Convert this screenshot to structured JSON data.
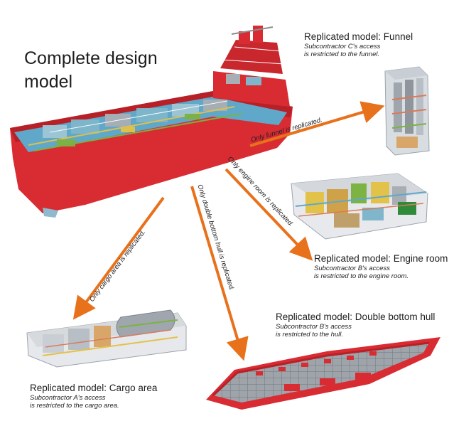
{
  "title": "Complete design\nmodel",
  "colors": {
    "arrow": "#e8711c",
    "hull_red": "#d92b32",
    "deck_blue": "#5fa8c9",
    "machinery_grey": "#a9aeb4",
    "pipe_green": "#7cb342",
    "pipe_yellow": "#e3c24a"
  },
  "replicas": {
    "funnel": {
      "title": "Replicated model: Funnel",
      "note_line1": "Subcontractor C's access",
      "note_line2": "is restricted to the funnel.",
      "arrow_label": "Only funnel is replicated."
    },
    "engine_room": {
      "title": "Replicated model: Engine room",
      "note_line1": "Subcontractor B's access",
      "note_line2": "is restricted to the engine room.",
      "arrow_label": "Only engine room is replicated."
    },
    "double_bottom": {
      "title": "Replicated model: Double bottom hull",
      "note_line1": "Subcontractor B's access",
      "note_line2": "is restricted to the hull.",
      "arrow_label": "Only double bottom hull is replicated."
    },
    "cargo_area": {
      "title": "Replicated model: Cargo area",
      "note_line1": "Subcontractor A's access",
      "note_line2": "is restricted to the cargo area.",
      "arrow_label": "Only cargo area is replicated."
    }
  }
}
